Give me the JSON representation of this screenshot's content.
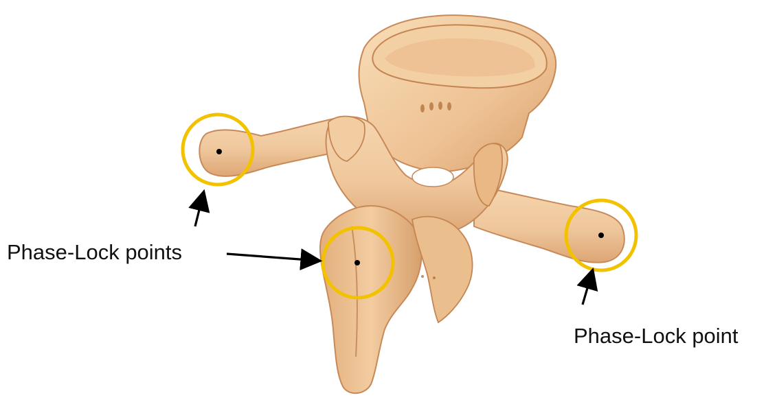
{
  "annotations": {
    "left_label": "Phase-Lock points",
    "right_label": "Phase-Lock point"
  },
  "colors": {
    "highlight_ring": "#F2C200",
    "bone_fill": "#EFC79C",
    "bone_shadow": "#D89F6D",
    "bone_outline": "#C88958",
    "marker": "#000000",
    "arrow": "#000000"
  },
  "icons": {
    "point_marker": "black-dot",
    "highlight": "yellow-ring",
    "pointer": "black-arrow"
  }
}
